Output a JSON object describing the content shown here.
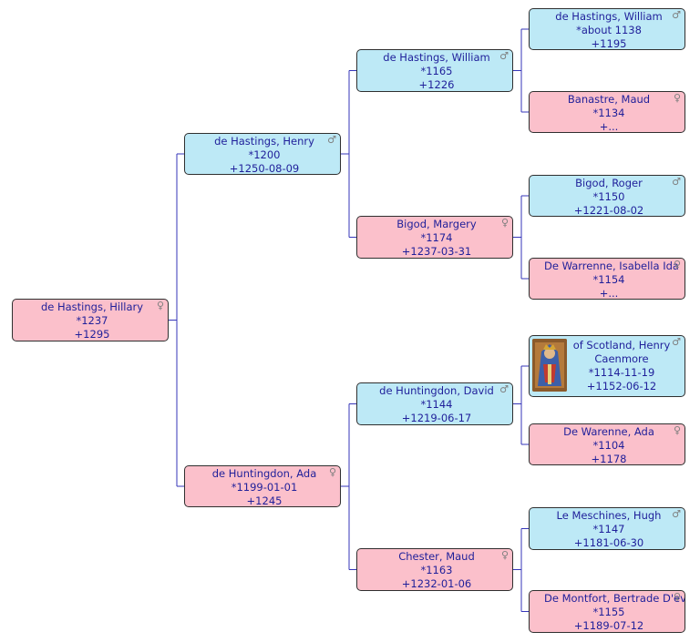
{
  "colors": {
    "male": "#bde9f6",
    "female": "#fbc0cb",
    "connector": "#3535b8",
    "text": "#1f1f9a"
  },
  "symbols": {
    "male": "♂",
    "female": "♀"
  },
  "people": [
    {
      "id": "p1",
      "name": "de Hastings, Hillary",
      "lines": [
        "de Hastings, Hillary",
        "*1237",
        "+1295"
      ],
      "sex": "female"
    },
    {
      "id": "p2",
      "name": "de Hastings, Henry",
      "lines": [
        "de Hastings, Henry",
        "*1200",
        "+1250-08-09"
      ],
      "sex": "male"
    },
    {
      "id": "p3",
      "name": "de Huntingdon, Ada",
      "lines": [
        "de Huntingdon, Ada",
        "*1199-01-01",
        "+1245"
      ],
      "sex": "female"
    },
    {
      "id": "p4",
      "name": "de Hastings, William",
      "lines": [
        "de Hastings, William",
        "*1165",
        "+1226"
      ],
      "sex": "male"
    },
    {
      "id": "p5",
      "name": "Bigod, Margery",
      "lines": [
        "Bigod, Margery",
        "*1174",
        "+1237-03-31"
      ],
      "sex": "female"
    },
    {
      "id": "p6",
      "name": "de Huntingdon, David",
      "lines": [
        "de Huntingdon, David",
        "*1144",
        "+1219-06-17"
      ],
      "sex": "male"
    },
    {
      "id": "p7",
      "name": "Chester, Maud",
      "lines": [
        "Chester, Maud",
        "*1163",
        "+1232-01-06"
      ],
      "sex": "female"
    },
    {
      "id": "p8",
      "name": "de Hastings, William",
      "lines": [
        "de Hastings, William",
        "*about 1138",
        "+1195"
      ],
      "sex": "male"
    },
    {
      "id": "p9",
      "name": "Banastre, Maud",
      "lines": [
        "Banastre, Maud",
        "*1134",
        "+..."
      ],
      "sex": "female"
    },
    {
      "id": "p10",
      "name": "Bigod, Roger",
      "lines": [
        "Bigod, Roger",
        "*1150",
        "+1221-08-02"
      ],
      "sex": "male"
    },
    {
      "id": "p11",
      "name": "De Warrenne, Isabella Ida",
      "lines": [
        "De Warrenne, Isabella Ida",
        "*1154",
        "+..."
      ],
      "sex": "female"
    },
    {
      "id": "p12",
      "name": "of Scotland, Henry Caenmore",
      "lines": [
        "of Scotland, Henry",
        "Caenmore",
        "*1114-11-19",
        "+1152-06-12"
      ],
      "sex": "male",
      "photo": true
    },
    {
      "id": "p13",
      "name": "De Warenne, Ada",
      "lines": [
        "De Warenne, Ada",
        "*1104",
        "+1178"
      ],
      "sex": "female"
    },
    {
      "id": "p14",
      "name": "Le Meschines, Hugh",
      "lines": [
        "Le Meschines, Hugh",
        "*1147",
        "+1181-06-30"
      ],
      "sex": "male"
    },
    {
      "id": "p15",
      "name": "De Montfort, Bertrade D'evreux",
      "lines": [
        "De Montfort, Bertrade D'evreux",
        "*1155",
        "+1189-07-12"
      ],
      "sex": "female"
    }
  ]
}
